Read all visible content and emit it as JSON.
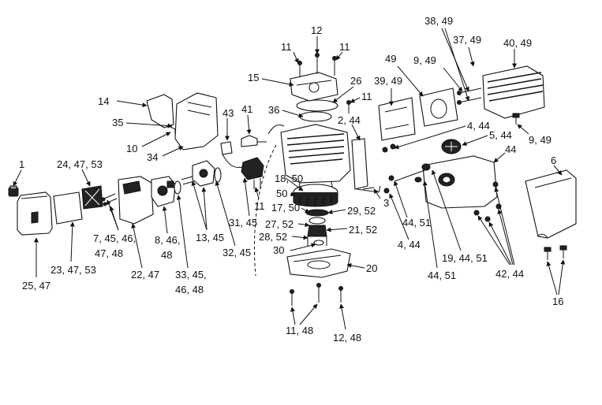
{
  "callouts": [
    {
      "id": "c1",
      "text": "1"
    },
    {
      "id": "c2",
      "text": "24, 47, 53"
    },
    {
      "id": "c3",
      "text": "7, 45, 46,"
    },
    {
      "id": "c4",
      "text": "47, 48"
    },
    {
      "id": "c5",
      "text": "22, 47"
    },
    {
      "id": "c6",
      "text": "8, 46,"
    },
    {
      "id": "c7",
      "text": "48"
    },
    {
      "id": "c8",
      "text": "33, 45,"
    },
    {
      "id": "c9",
      "text": "46, 48"
    },
    {
      "id": "c10",
      "text": "23, 47, 53"
    },
    {
      "id": "c11",
      "text": "25, 47"
    },
    {
      "id": "c12",
      "text": "13, 45"
    },
    {
      "id": "c13",
      "text": "32, 45"
    },
    {
      "id": "c14",
      "text": "31, 45"
    },
    {
      "id": "c15",
      "text": "14"
    },
    {
      "id": "c16",
      "text": "35"
    },
    {
      "id": "c17",
      "text": "10"
    },
    {
      "id": "c18",
      "text": "34"
    },
    {
      "id": "c19",
      "text": "43"
    },
    {
      "id": "c20",
      "text": "41"
    },
    {
      "id": "c21",
      "text": "36"
    },
    {
      "id": "c22",
      "text": "15"
    },
    {
      "id": "c23",
      "text": "11"
    },
    {
      "id": "c24",
      "text": "12"
    },
    {
      "id": "c25",
      "text": "11"
    },
    {
      "id": "c26",
      "text": "26"
    },
    {
      "id": "c27",
      "text": "11"
    },
    {
      "id": "c28",
      "text": "2, 44"
    },
    {
      "id": "c29",
      "text": "18, 50"
    },
    {
      "id": "c30",
      "text": "50"
    },
    {
      "id": "c31",
      "text": "17, 50"
    },
    {
      "id": "c32",
      "text": "29, 52"
    },
    {
      "id": "c33",
      "text": "27, 52"
    },
    {
      "id": "c34",
      "text": "21, 52"
    },
    {
      "id": "c35",
      "text": "28, 52"
    },
    {
      "id": "c36",
      "text": "30"
    },
    {
      "id": "c37",
      "text": "20"
    },
    {
      "id": "c38",
      "text": "11"
    },
    {
      "id": "c39",
      "text": "11, 48"
    },
    {
      "id": "c40",
      "text": "12, 48"
    },
    {
      "id": "c41",
      "text": "3"
    },
    {
      "id": "c42",
      "text": "4, 44"
    },
    {
      "id": "c43",
      "text": "44, 51"
    },
    {
      "id": "c44",
      "text": "44, 51"
    },
    {
      "id": "c45",
      "text": "19, 44, 51"
    },
    {
      "id": "c46",
      "text": "4, 44"
    },
    {
      "id": "c47",
      "text": "5, 44"
    },
    {
      "id": "c48",
      "text": "44"
    },
    {
      "id": "c49",
      "text": "6"
    },
    {
      "id": "c50",
      "text": "42, 44"
    },
    {
      "id": "c51",
      "text": "16"
    },
    {
      "id": "c52",
      "text": "39, 49"
    },
    {
      "id": "c53",
      "text": "49"
    },
    {
      "id": "c54",
      "text": "9, 49"
    },
    {
      "id": "c55",
      "text": "38, 49"
    },
    {
      "id": "c56",
      "text": "37, 49"
    },
    {
      "id": "c57",
      "text": "40, 49"
    },
    {
      "id": "c58",
      "text": "9, 49"
    }
  ]
}
